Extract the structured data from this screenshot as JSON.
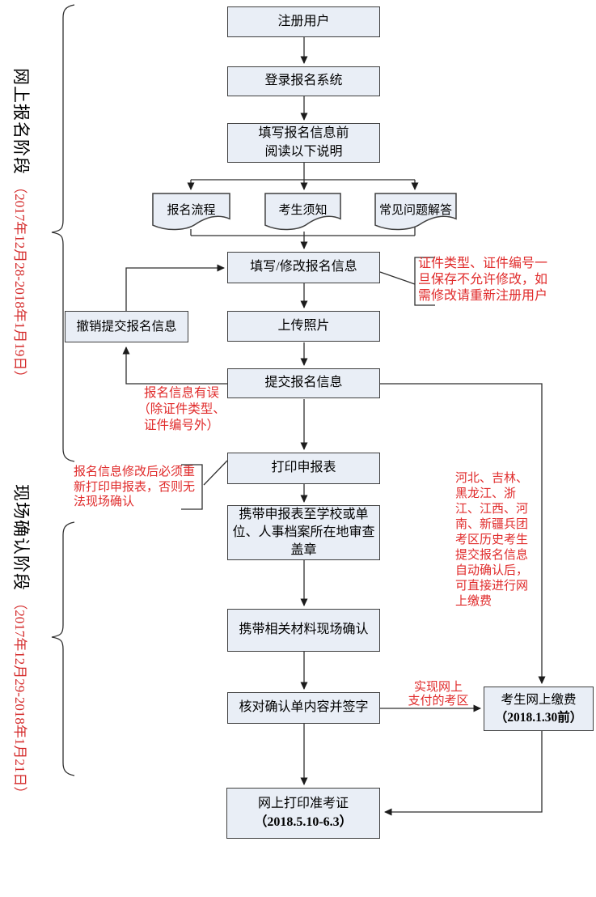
{
  "colors": {
    "box_fill": "#e9eef6",
    "box_border": "#3f3f3f",
    "line": "#2f2f2f",
    "note_red": "#e02b2b",
    "background": "#ffffff"
  },
  "stages": [
    {
      "name": "网上报名阶段",
      "dates": "（2017年12月28-2018年1月19日）"
    },
    {
      "name": "现场确认阶段",
      "dates": "（2017年12月29-2018年1月21日）"
    }
  ],
  "nodes": {
    "register": "注册用户",
    "login": "登录报名系统",
    "read_instructions": "填写报名信息前\n阅读以下说明",
    "doc_process": "报名流程",
    "doc_notice": "考生须知",
    "doc_faq": "常见问题解答",
    "fill_modify": "填写/修改报名信息",
    "cancel_submit": "撤销提交报名信息",
    "upload_photo": "上传照片",
    "submit_info": "提交报名信息",
    "print_form": "打印申报表",
    "bring_form": "携带申报表至学校或单\n位、人事档案所在地审查\n盖章",
    "onsite_confirm": "携带相关材料现场确认",
    "verify_sign": "核对确认单内容并签字",
    "pay_online_line1": "考生网上缴费",
    "pay_online_line2": "（2018.1.30前）",
    "print_ticket_line1": "网上打印准考证",
    "print_ticket_line2": "（2018.5.10-6.3）"
  },
  "notes": {
    "cert_warning": "证件类型、证件编号一\n旦保存不允许修改，如\n需修改请重新注册用户",
    "info_error": "报名信息有误\n（除证件类型、\n证件编号外）",
    "reprint_warning": "报名信息修改后必须重\n新打印申报表，否则无\n法现场确认",
    "auto_confirm_regions": "河北、吉林、\n黑龙江、浙\n江、江西、河\n南、新疆兵团\n考区历史考生\n提交报名信息\n自动确认后，\n可直接进行网\n上缴费",
    "online_pay_region": "实现网上\n支付的考区"
  }
}
